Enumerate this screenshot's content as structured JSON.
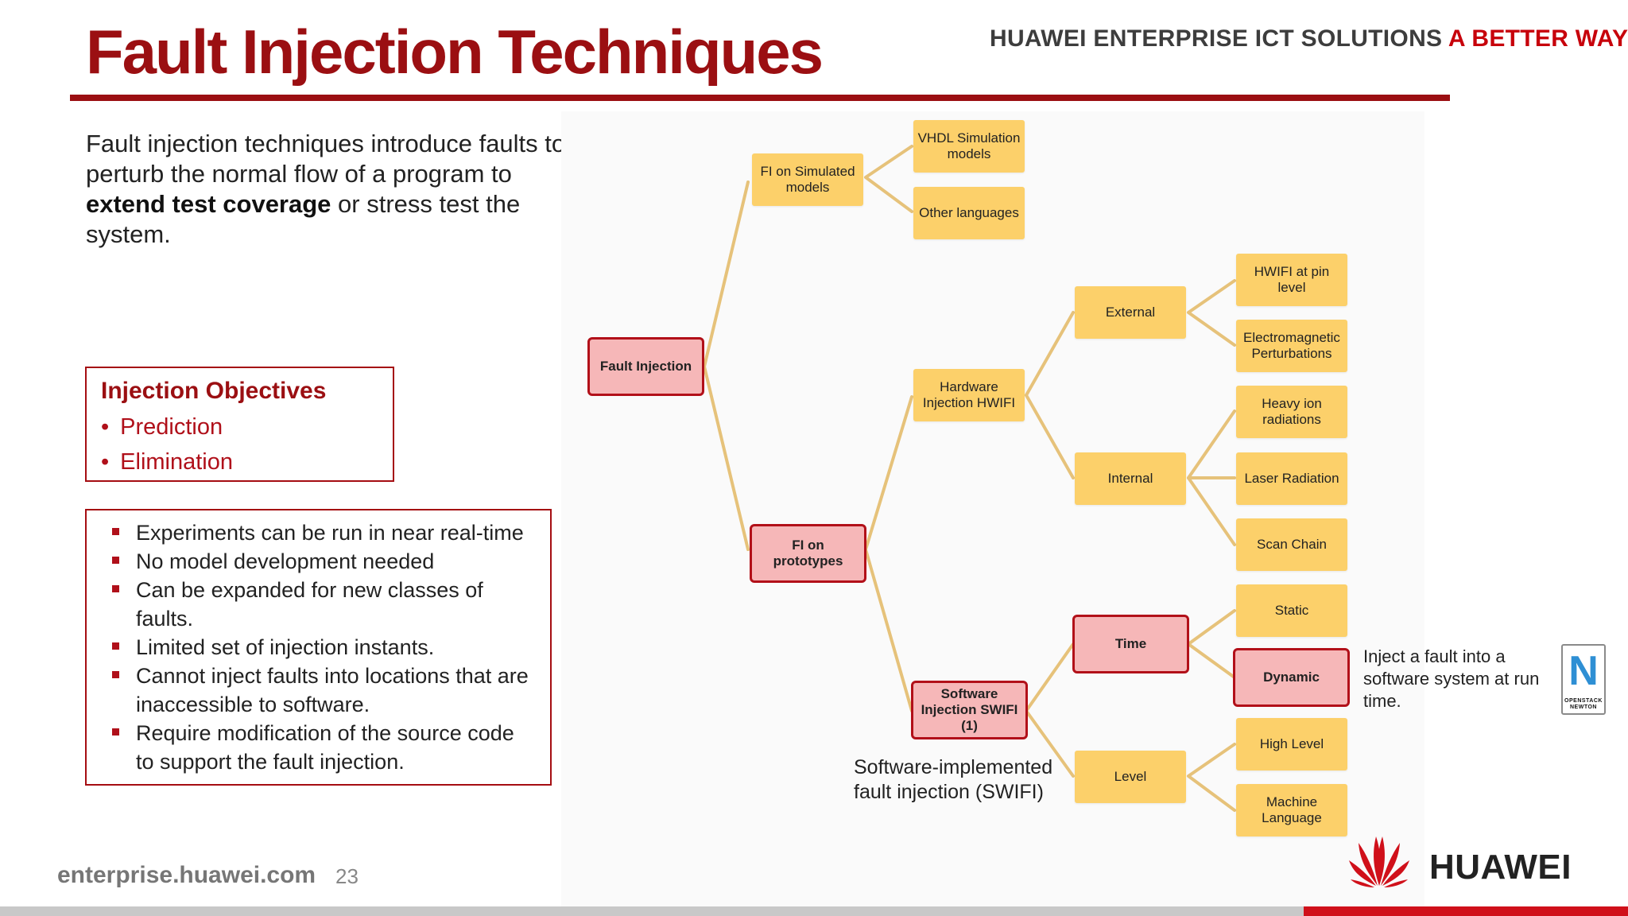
{
  "header": {
    "title": "Fault Injection Techniques",
    "tagline_main": "HUAWEI ENTERPRISE ICT SOLUTIONS",
    "tagline_accent": "A BETTER WAY"
  },
  "intro": {
    "part1": "Fault injection techniques introduce faults to perturb the normal flow of a program to",
    "bold": "extend test coverage",
    "part2": "or stress test the system."
  },
  "objectives": {
    "title": "Injection Objectives",
    "items": [
      "Prediction",
      "Elimination"
    ]
  },
  "experiments": {
    "items": [
      "Experiments can be run in near real-time",
      "No model development needed",
      "Can be expanded for new classes of faults.",
      "Limited set of injection instants.",
      "Cannot inject faults into locations that are inaccessible to software.",
      "Require modification of the source code to support the fault injection."
    ]
  },
  "tree": {
    "root": "Fault Injection",
    "fi_sim": "FI on Simulated models",
    "vhdl": "VHDL Simulation models",
    "other_lang": "Other languages",
    "fi_proto": "FI on prototypes",
    "hwifi": "Hardware Injection HWIFI",
    "external": "External",
    "hwifi_pin": "HWIFI at pin level",
    "electromag": "Electromagnetic Perturbations",
    "internal": "Internal",
    "heavy_ion": "Heavy ion radiations",
    "laser": "Laser Radiation",
    "scan_chain": "Scan Chain",
    "swifi": "Software Injection SWIFI (1)",
    "time": "Time",
    "static": "Static",
    "dynamic": "Dynamic",
    "level": "Level",
    "high_level": "High Level",
    "machine_lang": "Machine Language"
  },
  "captions": {
    "swifi_caption": "Software-implemented fault injection (SWIFI)",
    "inject_caption": "Inject a fault into a software system at run time."
  },
  "badge": {
    "letter": "N",
    "text": "OPENSTACK NEWTON"
  },
  "footer": {
    "url": "enterprise.huawei.com",
    "page": "23",
    "brand": "HUAWEI"
  },
  "colors": {
    "title_red": "#9b0f12",
    "accent_red": "#c7000b",
    "node_yellow": "#fcd06a",
    "node_pink": "#f6b7b8",
    "connector": "#e6c27a"
  }
}
